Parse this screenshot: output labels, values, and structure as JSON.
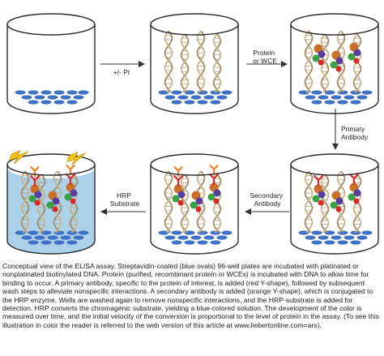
{
  "diagram": {
    "steps": [
      {
        "label": "+/- Pt"
      },
      {
        "label": "Protein\nor WCE"
      },
      {
        "label": "Primary\nAntibody"
      },
      {
        "label": "Secondary\nAntibody"
      },
      {
        "label": "HRP\nSubstrate"
      }
    ],
    "colors": {
      "well_outline": "#2b2b2b",
      "streptavidin": "#3f72c4",
      "dna_strand_a": "#a58b63",
      "dna_strand_b": "#c7b48d",
      "solution": "#9ecae6",
      "primary_antibody": "#d8282a",
      "secondary_antibody": "#f0832a",
      "spark": "#f6c21a"
    }
  },
  "caption": "Conceptual view of the ELISA assay. Streptavidin-coated (blue ovals) 96-well plates are incubated with platinated or nonplatinated biotinylated DNA. Protein (purified, recombinant protein or WCEs) is incubated with DNA to allow time for binding to occur. A primary antibody, specific to the protein of interest, is added (red Y-shape), followed by subsequent wash steps to alleviate nonspecific interactions. A secondary antibody is added (orange Y-shape), which is conjugated to the HRP enzyme. Wells are washed again to remove nonspecific interactions, and the HRP-substrate is added for detection. HRP converts the chromagenic substrate, yielding a blue-colored solution. The development of the color is measured over time, and the initial velocity of the conversion is proportional to the level of protein in the assay. (To see this illustration in color the reader is referred to the web version of this article at www.liebertonline.com=ars)."
}
